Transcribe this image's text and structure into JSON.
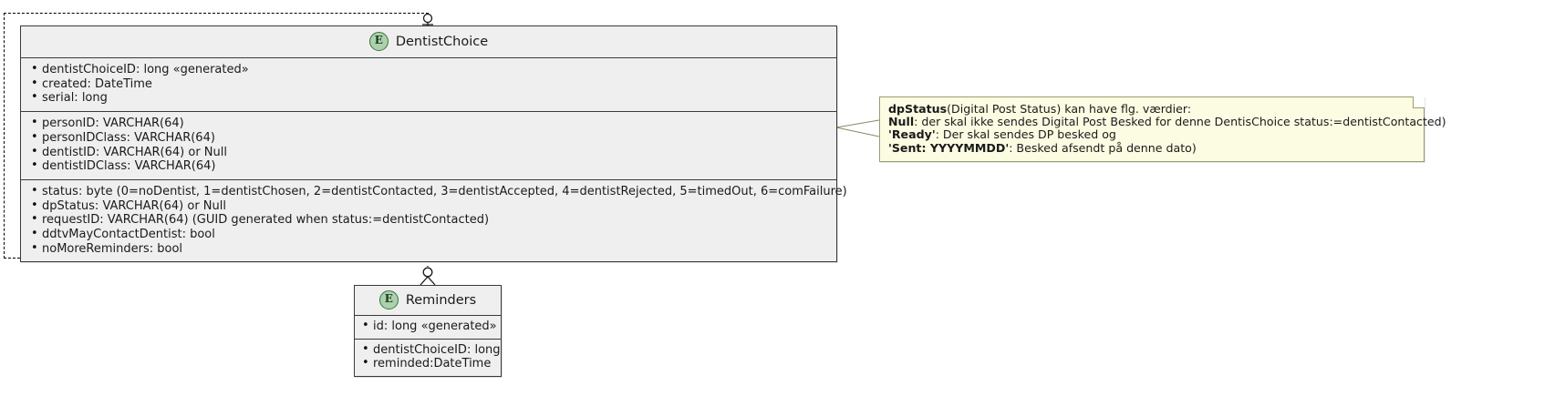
{
  "diagram": {
    "type": "uml-class-diagram",
    "background": "#ffffff",
    "accent_entity_badge": "#add1ad",
    "note_background": "#fcfce3",
    "class_background": "#efefef"
  },
  "dentist_choice": {
    "stereotype_letter": "E",
    "title": "DentistChoice",
    "compartment1": [
      "dentistChoiceID: long «generated»",
      "created: DateTime",
      "serial: long"
    ],
    "compartment2": [
      "personID: VARCHAR(64)",
      "personIDClass: VARCHAR(64)",
      "dentistID: VARCHAR(64) or Null",
      "dentistIDClass: VARCHAR(64)"
    ],
    "compartment3": [
      "status: byte (0=noDentist, 1=dentistChosen, 2=dentistContacted, 3=dentistAccepted, 4=dentistRejected, 5=timedOut, 6=comFailure)",
      "dpStatus: VARCHAR(64) or Null",
      "requestID: VARCHAR(64) (GUID generated when status:=dentistContacted)",
      "ddtvMayContactDentist: bool",
      "noMoreReminders: bool"
    ]
  },
  "reminders": {
    "stereotype_letter": "E",
    "title": "Reminders",
    "compartment1": [
      "id: long «generated»"
    ],
    "compartment2": [
      "dentistChoiceID: long",
      "reminded:DateTime"
    ]
  },
  "note": {
    "lines": [
      {
        "bold": "dpStatus",
        "rest": "(Digital Post Status) kan have flg. værdier:"
      },
      {
        "bold": "Null",
        "rest": ": der skal ikke sendes Digital Post Besked for denne DentisChoice status:=dentistContacted)"
      },
      {
        "bold": "'Ready'",
        "rest": ": Der skal sendes DP besked og"
      },
      {
        "bold": "'Sent: YYYYMMDD'",
        "rest": ": Besked afsendt på denne dato)"
      }
    ]
  }
}
